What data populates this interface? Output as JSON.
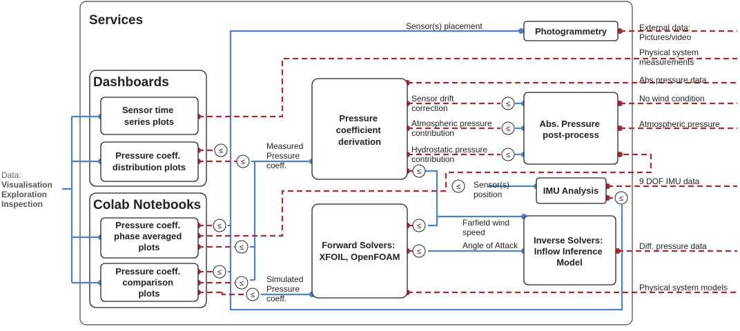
{
  "titles": {
    "services": "Services",
    "dashboards": "Dashboards",
    "colab": "Colab Notebooks"
  },
  "left_data": {
    "label": "Data:",
    "items": [
      "Visualisation",
      "Exploration",
      "Inspection"
    ]
  },
  "boxes": {
    "sensor_time": [
      "Sensor time",
      "series plots"
    ],
    "pressure_dist": [
      "Pressure coeff.",
      "distribution plots"
    ],
    "phase_avg": [
      "Pressure coeff.",
      "phase averaged",
      "plots"
    ],
    "comparison": [
      "Pressure coeff.",
      "comparison",
      "plots"
    ],
    "pcd": [
      "Pressure",
      "coefficient",
      "derivation"
    ],
    "forward": [
      "Forward Solvers:",
      "XFOIL, OpenFOAM"
    ],
    "photogrammetry": [
      "Photogrammetry"
    ],
    "abs_pressure": [
      "Abs. Pressure",
      "post-process"
    ],
    "imu": [
      "IMU Analysis"
    ],
    "inverse": [
      "Inverse Solvers:",
      "Inflow Inference",
      "Model"
    ]
  },
  "links": {
    "sensor_placement": "Sensor(s) placement",
    "measured": [
      "Measured",
      "Pressure",
      "coeff."
    ],
    "simulated": [
      "Simulated",
      "Pressure",
      "coeff."
    ],
    "sensor_drift": [
      "Sensor drift",
      "correction"
    ],
    "atmospheric_contrib": [
      "Atmospheric pressure",
      "contribution"
    ],
    "hydrostatic_contrib": [
      "Hydrostatic pressure",
      "contribution"
    ],
    "sensor_position": [
      "Sensor(s)",
      "position"
    ],
    "farfield": [
      "Farfield wind",
      "speed"
    ],
    "angle_attack": "Angle of Attack"
  },
  "external": {
    "ext_data": [
      "External data:",
      "Pictures/video"
    ],
    "physical_measurements": [
      "Physical system",
      "measurements"
    ],
    "abs_pressure_data": "Abs.pressure data",
    "no_wind": "No wind condition",
    "atmospheric": "Atmospheric pressure",
    "imu_data": "9 DOF IMU data",
    "diff_pressure": "Diff. pressure data",
    "physical_models": "Physical system models"
  },
  "symbols": {
    "le": "≤"
  },
  "colors": {
    "blue": "#4a7fd6",
    "red": "#b3242c",
    "dark": "#222222"
  }
}
